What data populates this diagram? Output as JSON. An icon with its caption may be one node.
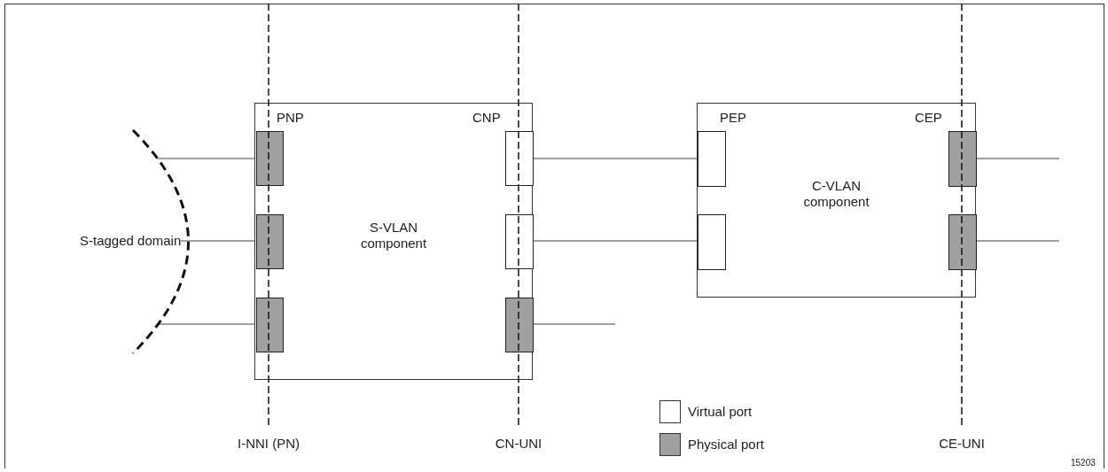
{
  "diagram": {
    "nodes": [
      {
        "text": [],
        "shape": "arc"
      },
      {
        "text": [
          "S-tagged domain"
        ]
      },
      {
        "text": [
          "S-VLAN component"
        ]
      },
      {
        "text": [],
        "shape": "box",
        "in": 2
      },
      {
        "text": [],
        "shape": "box",
        "in": 2
      },
      {
        "text": [],
        "shape": "box",
        "in": 2
      },
      {
        "text": [],
        "shape": "box",
        "in": 2
      },
      {
        "text": [],
        "shape": "box",
        "in": 2
      },
      {
        "text": [],
        "shape": "box",
        "in": 2
      },
      {
        "text": [
          "C-VLAN component"
        ]
      },
      {
        "text": [],
        "shape": "box",
        "in": 9
      },
      {
        "text": [],
        "shape": "box",
        "in": 9
      },
      {
        "text": [],
        "shape": "box",
        "in": 9
      },
      {
        "text": [],
        "shape": "box",
        "in": 9
      }
    ],
    "edges": [
      {
        "from": 0,
        "to": 3,
        "arrow": "none"
      },
      {
        "from": 1,
        "to": 4,
        "arrow": "none"
      },
      {
        "from": 0,
        "to": 5,
        "arrow": "none"
      },
      {
        "from": 6,
        "to": 10,
        "arrow": "none"
      },
      {
        "from": 7,
        "to": 11,
        "arrow": "none"
      },
      {
        "from": 8,
        "to": null,
        "arrow": "none"
      },
      {
        "from": 12,
        "to": null,
        "arrow": "none"
      },
      {
        "from": 13,
        "to": null,
        "arrow": "none"
      }
    ],
    "labels": [
      "PNP",
      "CNP",
      "PEP",
      "CEP",
      "I-NNI (PN)",
      "CN-UNI",
      "CE-UNI",
      "15203"
    ],
    "legend": [
      {
        "text": "Virtual port",
        "color": "#ffffff"
      },
      {
        "text": "Physical port",
        "color": "#a0a0a0"
      }
    ]
  }
}
